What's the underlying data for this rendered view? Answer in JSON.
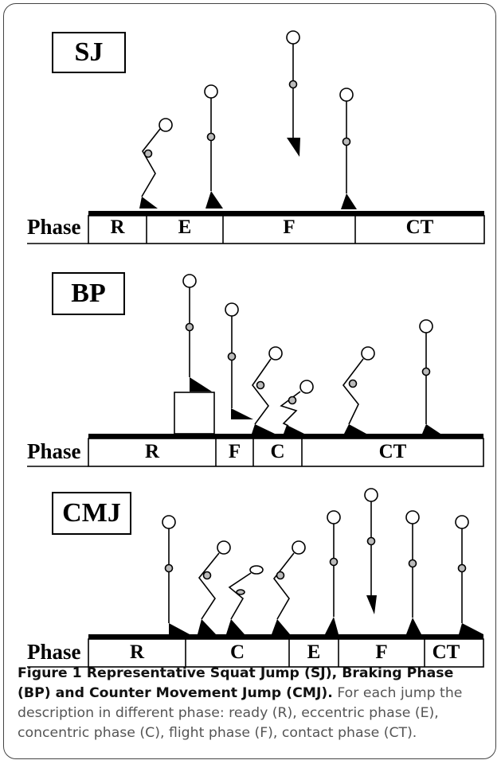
{
  "panels": {
    "sj": {
      "label": "SJ",
      "phase_label": "Phase",
      "phases": [
        "R",
        "E",
        "F",
        "CT"
      ]
    },
    "bp": {
      "label": "BP",
      "phase_label": "Phase",
      "phases": [
        "R",
        "F",
        "C",
        "CT"
      ]
    },
    "cmj": {
      "label": "CMJ",
      "phase_label": "Phase",
      "phases": [
        "R",
        "C",
        "E",
        "F",
        "CT"
      ]
    }
  },
  "caption": {
    "title": "Figure 1 Representative Squat Jump (SJ), Braking Phase (BP) and Counter Movement Jump (CMJ).",
    "description": "For each jump the description in different phase: ready (R), eccentric phase (E), concentric phase (C), flight phase (F), contact phase (CT)."
  }
}
